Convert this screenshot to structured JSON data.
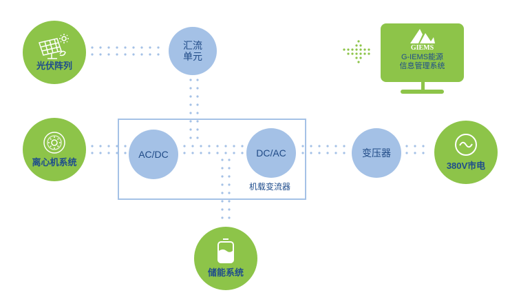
{
  "diagram": {
    "nodes": {
      "pv_array": {
        "label": "光伏阵列",
        "icon": "solar-panel-icon"
      },
      "combiner": {
        "label_line1": "汇流",
        "label_line2": "单元"
      },
      "centrifuge": {
        "label": "离心机系统",
        "icon": "centrifuge-icon"
      },
      "ac_dc": {
        "label": "AC/DC"
      },
      "dc_ac": {
        "label": "DC/AC"
      },
      "converter_box": {
        "label": "机载变流器"
      },
      "transformer": {
        "label": "变压器"
      },
      "grid": {
        "label": "380V市电",
        "icon": "ac-sine-wave-icon"
      },
      "storage": {
        "label": "储能系统",
        "icon": "battery-icon"
      },
      "giems": {
        "logo_text": "GIEMS",
        "label_line1": "G-IEMS能源",
        "label_line2": "信息管理系统",
        "icon": "mountain-logo-icon"
      }
    },
    "colors": {
      "green": "#8dc449",
      "blue": "#a4c1e6",
      "text_blue": "#1e4c8c",
      "dot": "#a4c1e6",
      "arrow_dot": "#8dc449"
    }
  }
}
